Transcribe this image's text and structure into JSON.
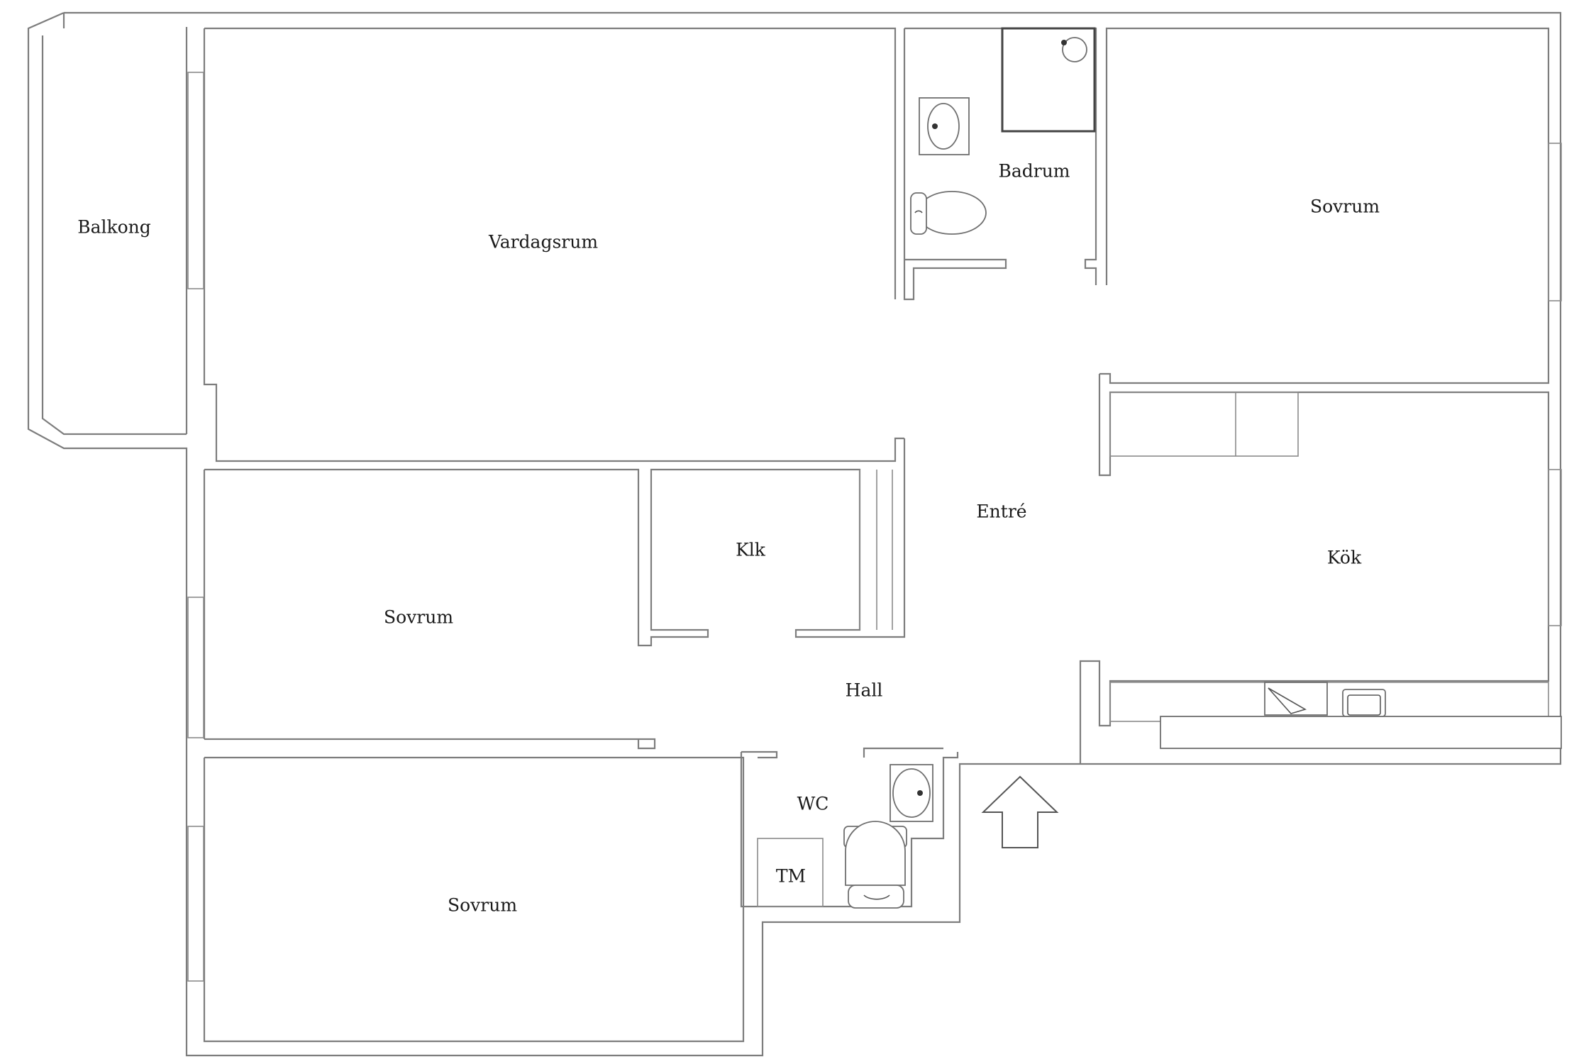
{
  "rooms": {
    "balkong": "Balkong",
    "vardagsrum": "Vardagsrum",
    "badrum": "Badrum",
    "sovrum_ne": "Sovrum",
    "entre": "Entré",
    "klk": "Klk",
    "kok": "Kök",
    "sovrum_w": "Sovrum",
    "hall": "Hall",
    "wc": "WC",
    "tm": "TM",
    "sovrum_sw": "Sovrum"
  }
}
